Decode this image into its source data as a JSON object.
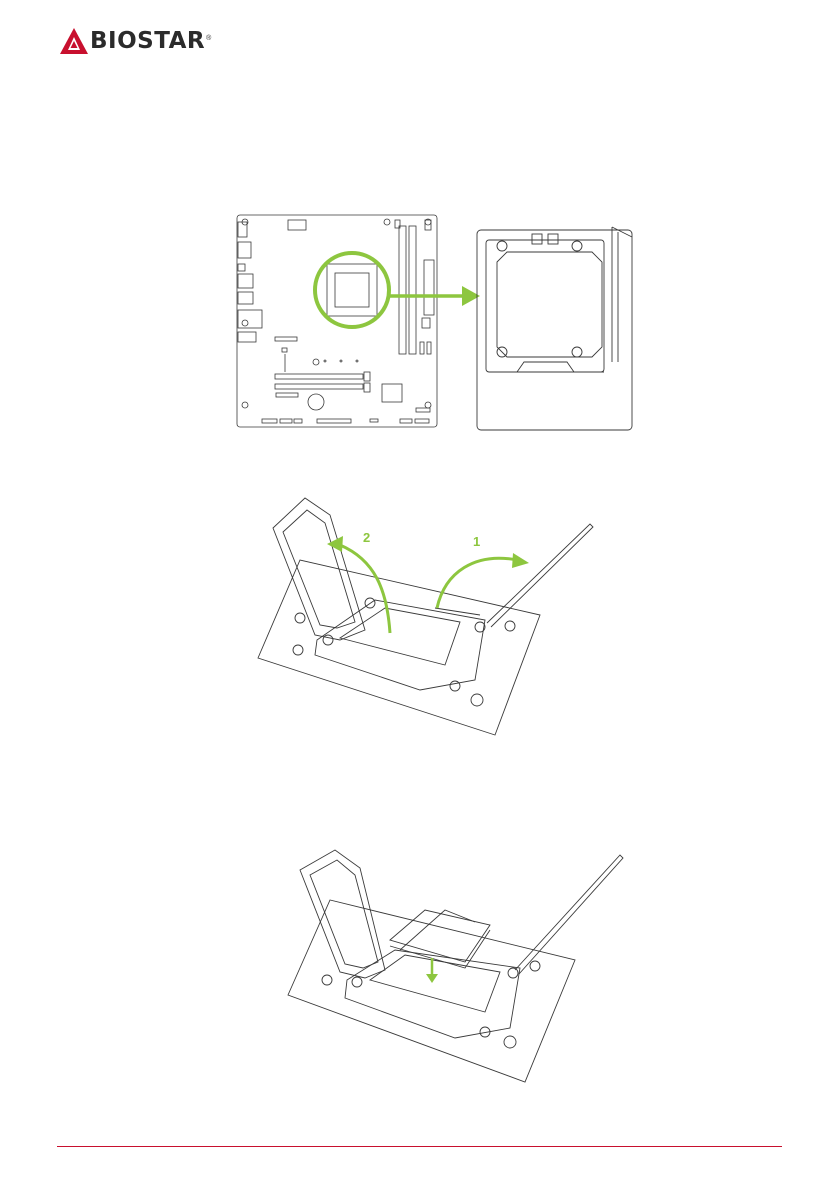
{
  "brand": {
    "name": "BIOSTAR",
    "registered_mark": "®",
    "logo_icon": "biostar-a-mark-icon",
    "color": "#c8102e"
  },
  "figures": {
    "socket_location": {
      "icon": "motherboard-cpu-socket-highlight"
    },
    "open_socket": {
      "step_labels": [
        "1",
        "2"
      ],
      "icon": "socket-lever-open-arrows"
    },
    "insert_cpu": {
      "icon": "cpu-insert-down-arrow"
    }
  },
  "colors": {
    "accent_green": "#8dc63f",
    "line_art": "#3a3a3a",
    "footer_line": "#c8102e"
  }
}
